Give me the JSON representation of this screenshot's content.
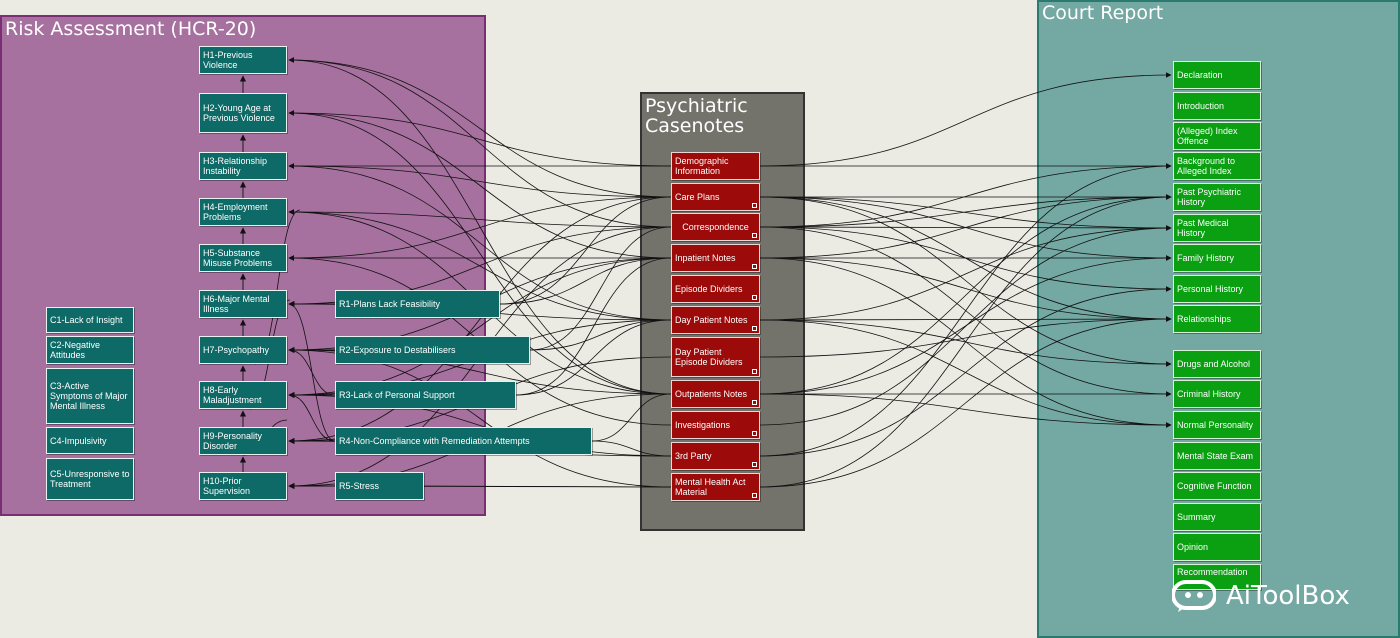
{
  "panels": {
    "risk_title": "Risk Assessment (HCR-20)",
    "notes_title_line1": "Psychiatric",
    "notes_title_line2": "Casenotes",
    "court_title": "Court Report"
  },
  "historical": [
    {
      "id": "H1",
      "label": "H1-Previous Violence"
    },
    {
      "id": "H2",
      "label": "H2-Young Age at Previous Violence"
    },
    {
      "id": "H3",
      "label": "H3-Relationship Instability"
    },
    {
      "id": "H4",
      "label": "H4-Employment Problems"
    },
    {
      "id": "H5",
      "label": "H5-Substance Misuse Problems"
    },
    {
      "id": "H6",
      "label": "H6-Major Mental Illness"
    },
    {
      "id": "H7",
      "label": "H7-Psychopathy"
    },
    {
      "id": "H8",
      "label": "H8-Early Maladjustment"
    },
    {
      "id": "H9",
      "label": "H9-Personality Disorder"
    },
    {
      "id": "H10",
      "label": "H10-Prior Supervision"
    }
  ],
  "clinical": [
    {
      "id": "C1",
      "label": "C1-Lack of Insight"
    },
    {
      "id": "C2",
      "label": "C2-Negative Attitudes"
    },
    {
      "id": "C3",
      "label": "C3-Active Symptoms of Major Mental Illness"
    },
    {
      "id": "C4",
      "label": "C4-Impulsivity"
    },
    {
      "id": "C5",
      "label": "C5-Unresponsive to Treatment"
    }
  ],
  "risk_items": [
    {
      "id": "R1",
      "label": "R1-Plans Lack Feasibility"
    },
    {
      "id": "R2",
      "label": "R2-Exposure to Destabilisers"
    },
    {
      "id": "R3",
      "label": "R3-Lack of Personal Support"
    },
    {
      "id": "R4",
      "label": "R4-Non-Compliance with Remediation Attempts"
    },
    {
      "id": "R5",
      "label": "R5-Stress"
    }
  ],
  "casenotes": [
    {
      "id": "N0",
      "label": "Demographic Information"
    },
    {
      "id": "N1",
      "label": "Care Plans"
    },
    {
      "id": "N2",
      "label": "Correspondence"
    },
    {
      "id": "N3",
      "label": "Inpatient Notes"
    },
    {
      "id": "N4",
      "label": "Episode Dividers"
    },
    {
      "id": "N5",
      "label": "Day Patient Notes"
    },
    {
      "id": "N6",
      "label": "Day Patient Episode Dividers"
    },
    {
      "id": "N7",
      "label": "Outpatients Notes"
    },
    {
      "id": "N8",
      "label": "Investigations"
    },
    {
      "id": "N9",
      "label": "3rd Party"
    },
    {
      "id": "N10",
      "label": "Mental Health Act Material"
    }
  ],
  "court_sections": [
    {
      "id": "S0",
      "label": "Declaration"
    },
    {
      "id": "S1",
      "label": "Introduction"
    },
    {
      "id": "S2",
      "label": "(Alleged) Index Offence"
    },
    {
      "id": "S3",
      "label": "Background to Alleged Index"
    },
    {
      "id": "S4",
      "label": "Past Psychiatric History"
    },
    {
      "id": "S5",
      "label": "Past Medical History"
    },
    {
      "id": "S6",
      "label": "Family History"
    },
    {
      "id": "S7",
      "label": "Personal History"
    },
    {
      "id": "S8",
      "label": "Relationships"
    },
    {
      "id": "S9",
      "label": "Drugs and Alcohol"
    },
    {
      "id": "S10",
      "label": "Criminal History"
    },
    {
      "id": "S11",
      "label": "Normal Personality"
    },
    {
      "id": "S12",
      "label": "Mental State Exam"
    },
    {
      "id": "S13",
      "label": "Cognitive Function"
    },
    {
      "id": "S14",
      "label": "Summary"
    },
    {
      "id": "S15",
      "label": "Opinion"
    },
    {
      "id": "S16",
      "label": "Recommendation"
    }
  ],
  "watermark": {
    "text": "AiToolBox"
  },
  "colors": {
    "risk_panel": "#a6709f",
    "notes_panel": "#73736c",
    "court_panel": "#74a8a2",
    "teal_node": "#0e6a66",
    "red_node": "#9c0a0a",
    "green_node": "#0aa012",
    "link": "#111111"
  }
}
